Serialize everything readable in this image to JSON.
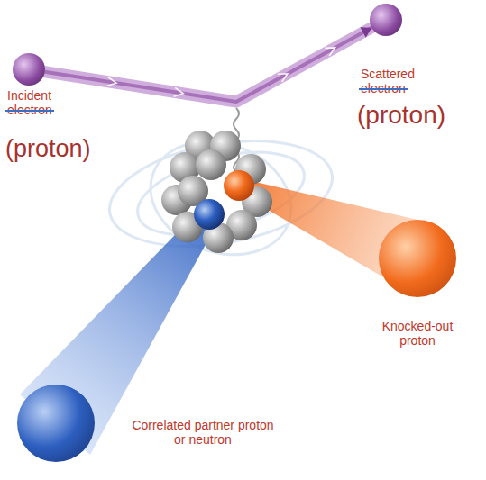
{
  "diagram": {
    "nodes": [
      {
        "text": [
          "Incident electron",
          "(proton)"
        ]
      },
      {
        "text": [
          "Scattered electron",
          "(proton)"
        ]
      },
      {
        "text": [
          "Knocked-out proton"
        ]
      },
      {
        "text": [
          "Correlated partner proton or neutron"
        ]
      }
    ],
    "edges": [
      {
        "from": 0,
        "to": 1,
        "arrow": "to"
      }
    ]
  }
}
